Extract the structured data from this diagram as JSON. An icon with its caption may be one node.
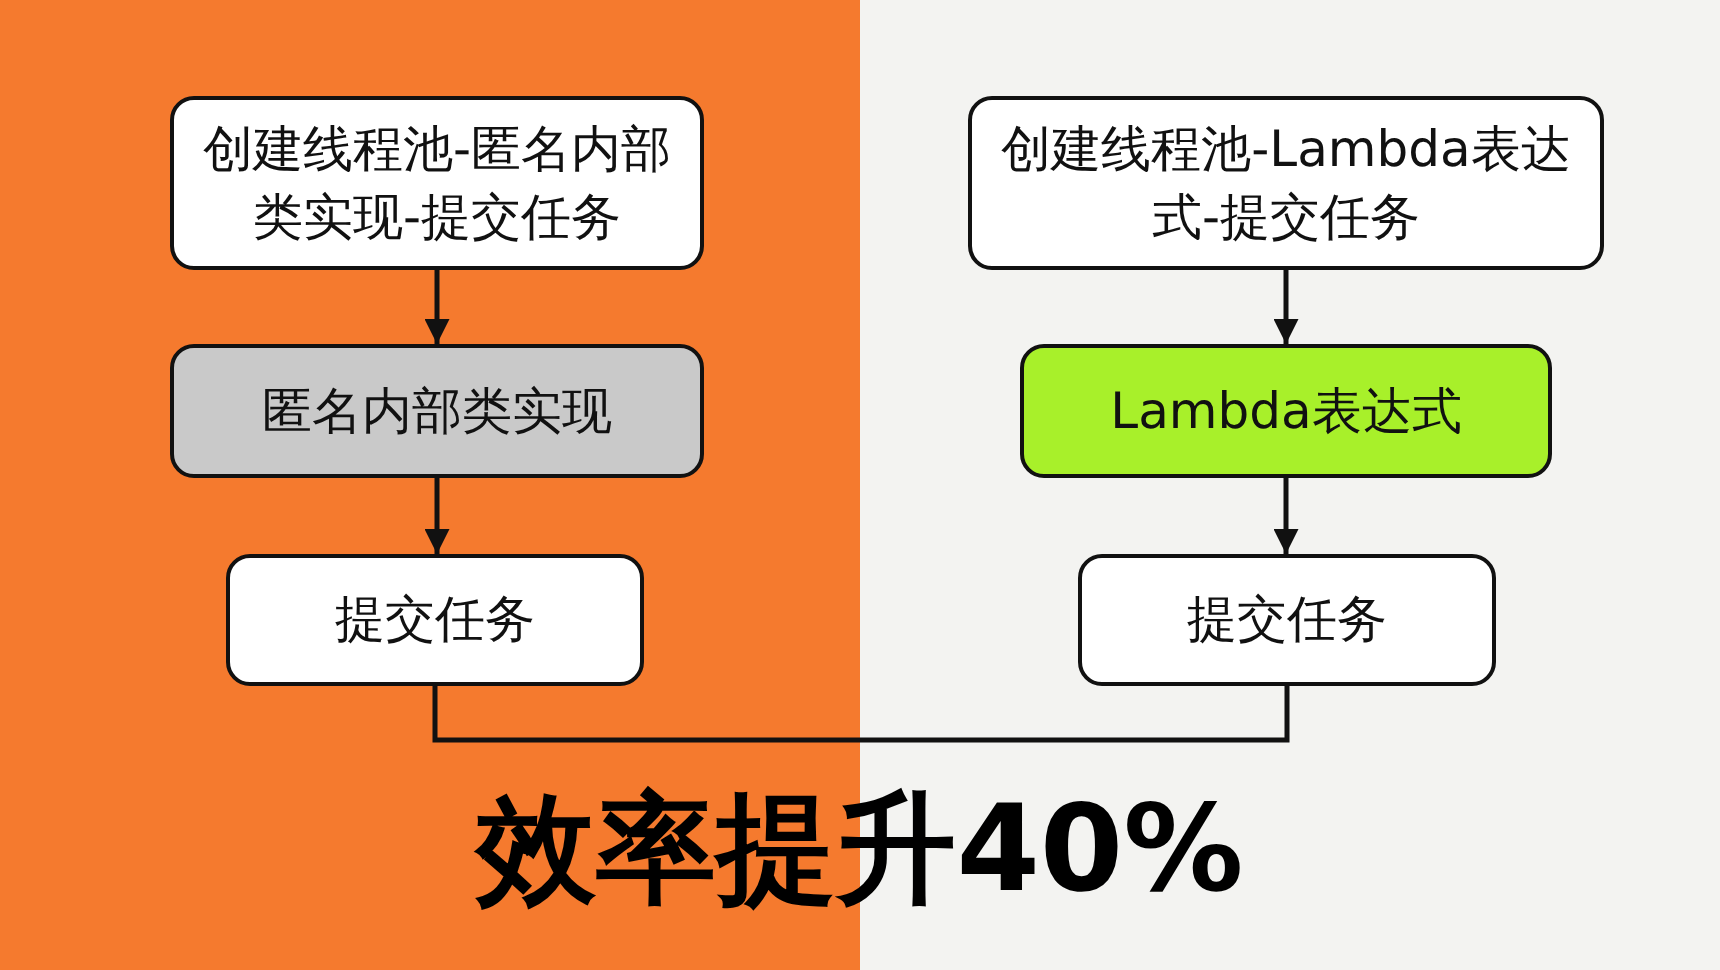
{
  "diagram": {
    "nodes": [
      {
        "text": [
          "创建线程池-匿名内部类实现-提交任务"
        ]
      },
      {
        "text": [
          "匿名内部类实现"
        ]
      },
      {
        "text": [
          "提交任务"
        ]
      },
      {
        "text": [
          "创建线程池-Lambda表达式-提交任务"
        ]
      },
      {
        "text": [
          "Lambda表达式"
        ]
      },
      {
        "text": [
          "提交任务"
        ]
      }
    ],
    "edges": [
      {
        "from": 0,
        "to": 1,
        "arrow": "to"
      },
      {
        "from": 1,
        "to": 2,
        "arrow": "to"
      },
      {
        "from": 3,
        "to": 4,
        "arrow": "to"
      },
      {
        "from": 4,
        "to": 5,
        "arrow": "to"
      },
      {
        "from": 2,
        "to": 5,
        "arrow": "none"
      }
    ],
    "labels": [
      "效率提升40%"
    ]
  }
}
